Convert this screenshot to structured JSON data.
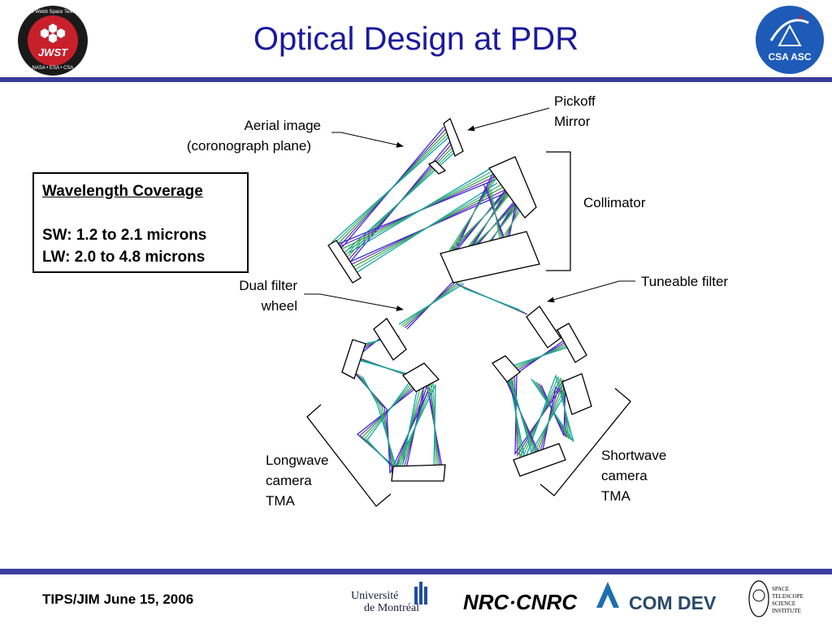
{
  "title": "Optical Design at PDR",
  "logos": {
    "jwst": {
      "text": "JWST",
      "ring": "James Webb Space Telescope",
      "bottom": "NASA • ESA • CSA"
    },
    "csa": {
      "text": "CSA ASC"
    },
    "udem": {
      "line1": "Université",
      "line2": "de Montréal"
    },
    "nrc": {
      "text": "NRC·CNRC"
    },
    "comdev": {
      "text": "COM DEV"
    },
    "stsci": {
      "lines": [
        "SPACE",
        "TELESCOPE",
        "SCIENCE",
        "INSTITUTE"
      ]
    }
  },
  "labels": {
    "pickoff": [
      "Pickoff",
      "Mirror"
    ],
    "aerial": [
      "Aerial image",
      "(coronograph plane)"
    ],
    "collimator": "Collimator",
    "dual_filter": [
      "Dual filter",
      "wheel"
    ],
    "tuneable": "Tuneable filter",
    "longwave": [
      "Longwave",
      "camera",
      "TMA"
    ],
    "shortwave": [
      "Shortwave",
      "camera",
      "TMA"
    ]
  },
  "wavelength": {
    "heading": "Wavelength Coverage",
    "sw": "SW: 1.2 to 2.1 microns",
    "lw": "LW: 2.0 to 4.8 microns"
  },
  "footer": "TIPS/JIM  June 15, 2006",
  "colors": {
    "title": "#1a1a9e",
    "band": "#3a3d9c",
    "rays": [
      "#2222cc",
      "#7a22cc",
      "#22aa22",
      "#44aa88",
      "#00a0a0"
    ]
  }
}
